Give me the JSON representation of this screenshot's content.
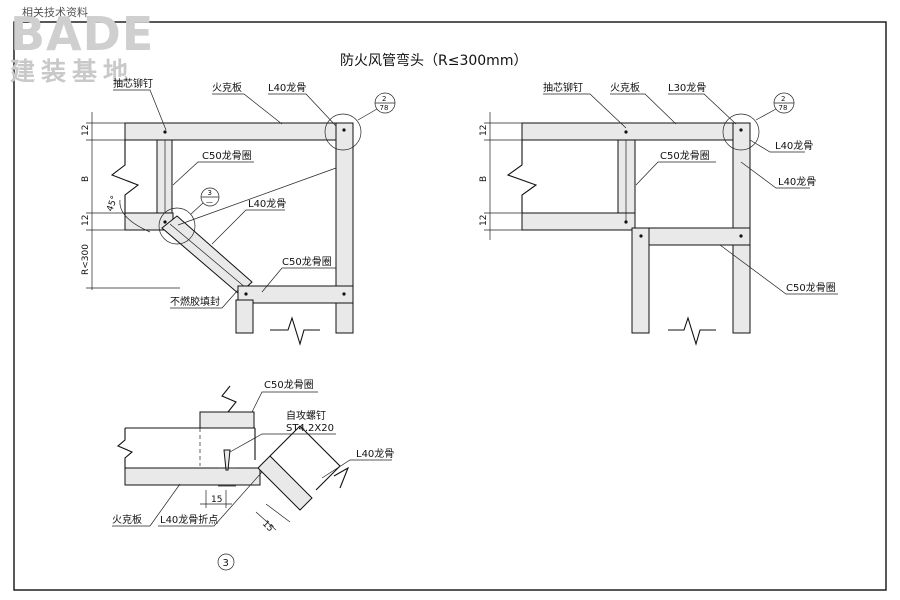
{
  "watermark": {
    "top_text": "相关技术资料",
    "logo": "BADE",
    "subtitle": "建装基地"
  },
  "title": "防火风管弯头（R≤300mm）",
  "left_view": {
    "labels": {
      "rivet": "抽芯铆钉",
      "fireboard": "火克板",
      "l40_top": "L40龙骨",
      "c50_ring_1": "C50龙骨圈",
      "l40_diag": "L40龙骨",
      "c50_ring_2": "C50龙骨圈",
      "sealant": "不燃胶填封"
    },
    "dims": {
      "d12_top": "12",
      "b": "B",
      "d12_bottom": "12",
      "r300": "R<300",
      "angle": "45°"
    },
    "callout_small": {
      "num": "3",
      "sheet": "—"
    },
    "callout_large": {
      "num": "2",
      "sheet": "78"
    }
  },
  "right_view": {
    "labels": {
      "rivet": "抽芯铆钉",
      "fireboard": "火克板",
      "l30": "L30龙骨",
      "c50_ring_1": "C50龙骨圈",
      "l40_a": "L40龙骨",
      "l40_b": "L40龙骨",
      "c50_ring_2": "C50龙骨圈"
    },
    "dims": {
      "d12_top": "12",
      "b": "B",
      "d12_bottom": "12"
    },
    "callout_large": {
      "num": "2",
      "sheet": "78"
    }
  },
  "detail": {
    "labels": {
      "c50_ring": "C50龙骨圈",
      "screw": "自攻螺钉",
      "screw_spec": "ST4.2X20",
      "l40": "L40龙骨",
      "fireboard": "火克板",
      "l40_fold": "L40龙骨折点"
    },
    "dims": {
      "d15_a": "15",
      "d15_b": "15"
    },
    "number": "3"
  },
  "colors": {
    "line": "#111111",
    "fill": "#e9e9e9",
    "watermark": "#cfcfcf"
  }
}
